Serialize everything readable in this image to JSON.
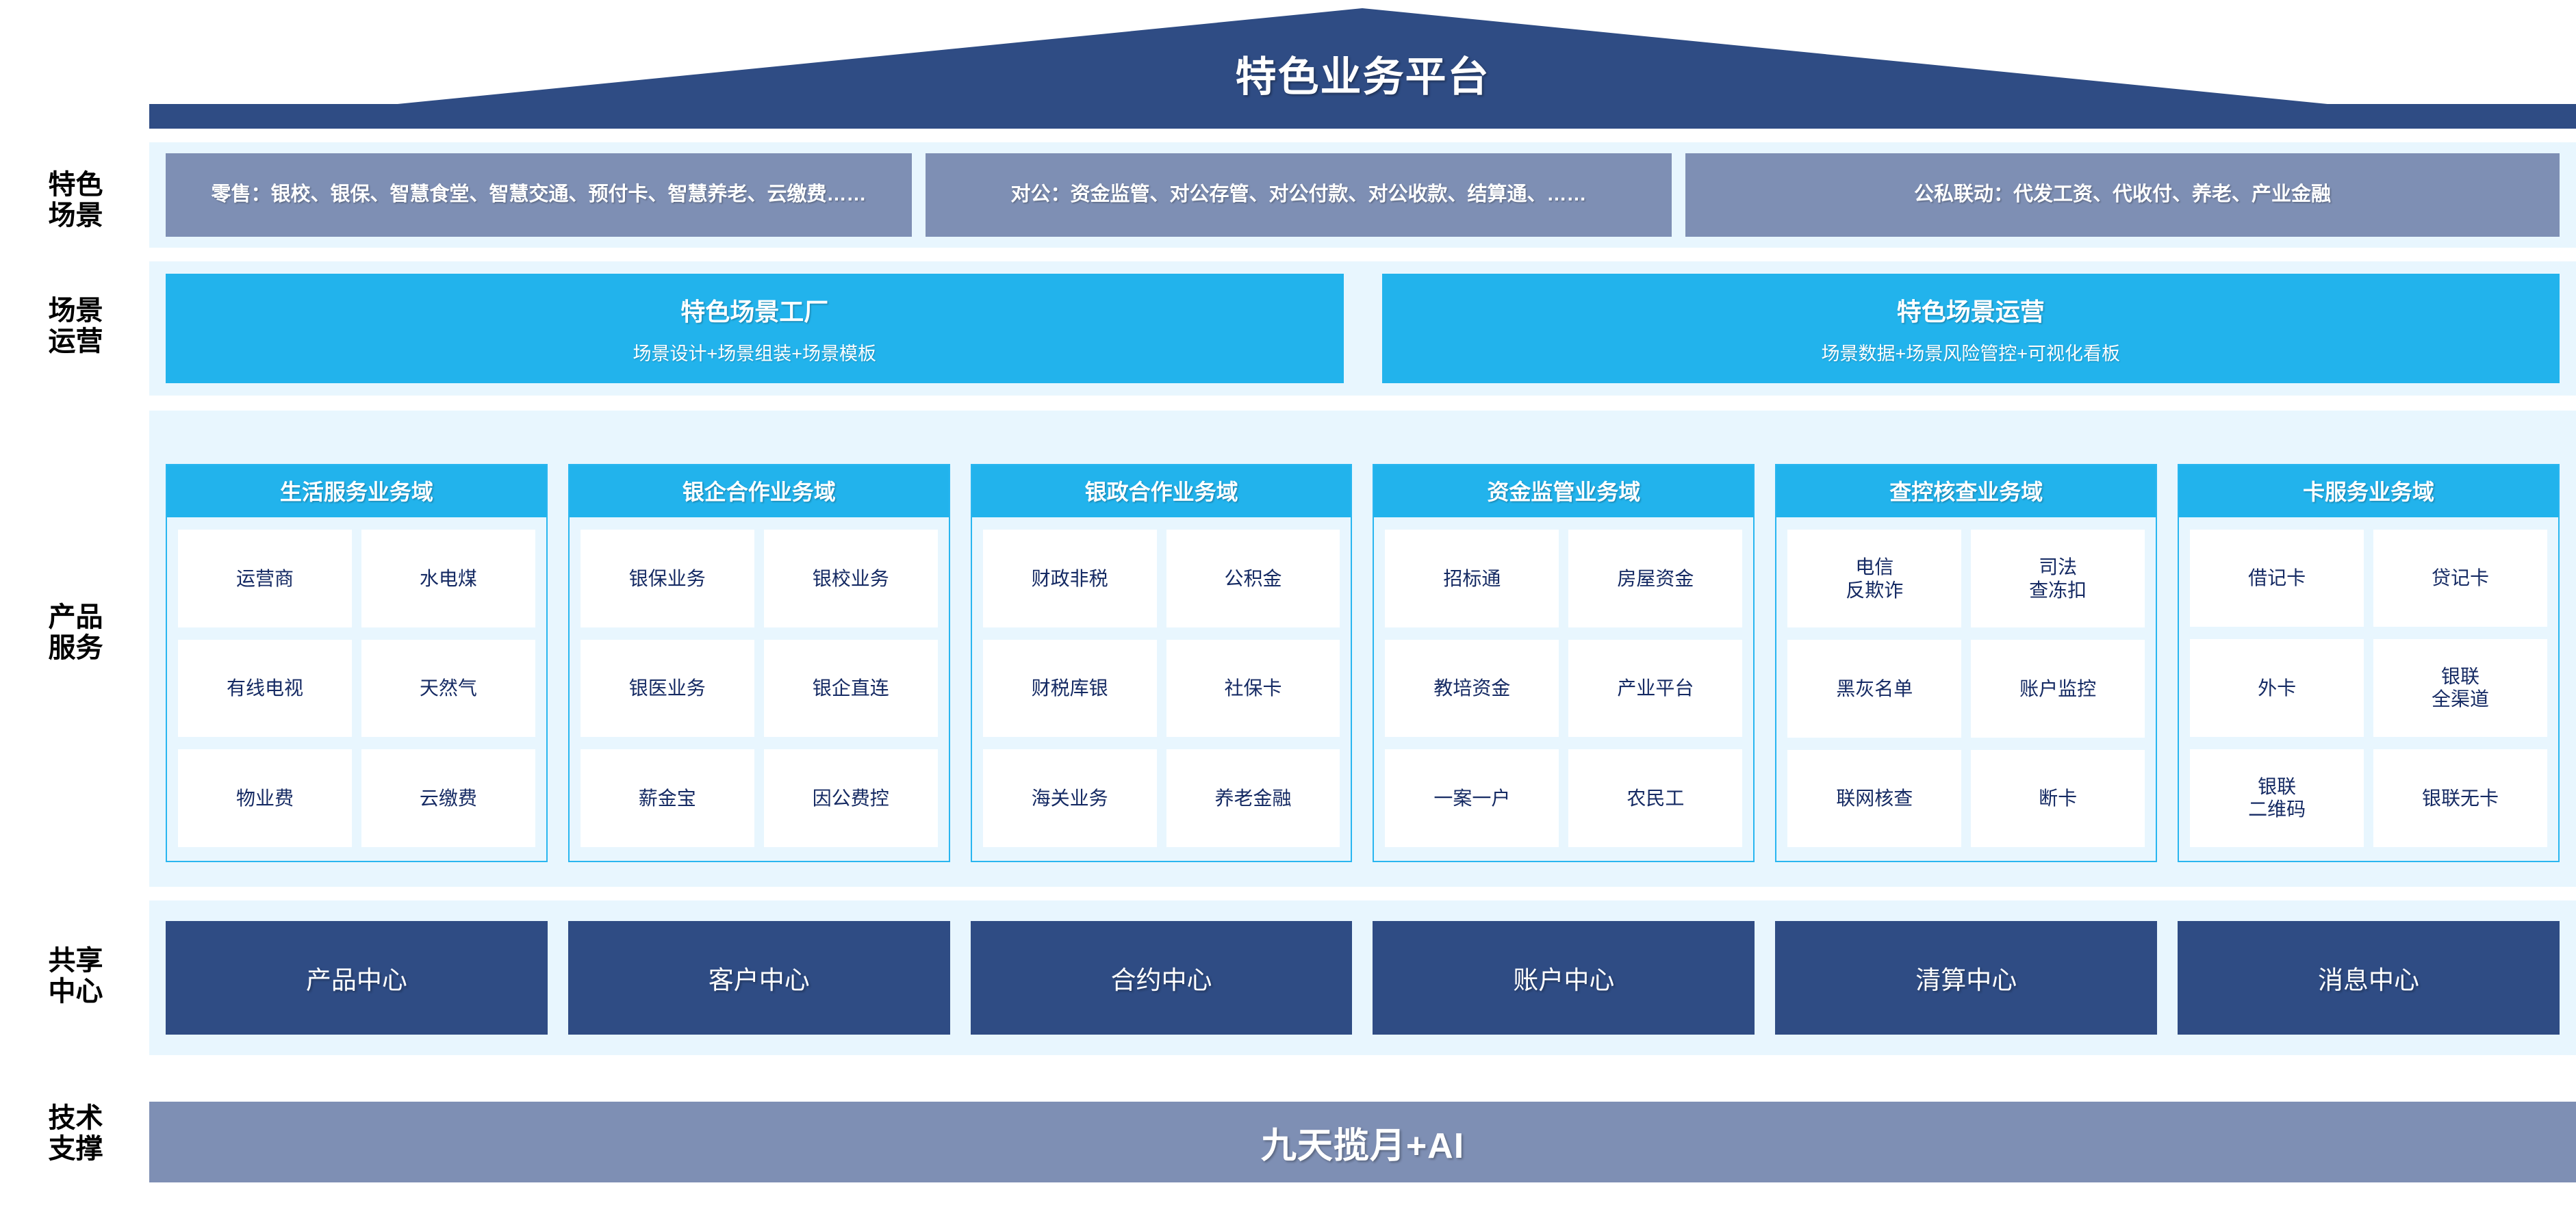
{
  "header": {
    "title": "特色业务平台",
    "roof_color": "#2f4c84"
  },
  "row_labels": {
    "scenario": "特色\n场景",
    "operation": "场景\n运营",
    "product": "产品\n服务",
    "shared": "共享\n中心",
    "tech": "技术\n支撑"
  },
  "scenarios": {
    "cards": [
      {
        "text": "零售：银校、银保、智慧食堂、智慧交通、预付卡、智慧养老、云缴费……"
      },
      {
        "text": "对公：资金监管、对公存管、对公付款、对公收款、结算通、……"
      },
      {
        "text": "公私联动：代发工资、代收付、养老、产业金融"
      }
    ],
    "card_color": "#7e8fb4"
  },
  "operation": {
    "cards": [
      {
        "title": "特色场景工厂",
        "subtitle": "场景设计+场景组装+场景模板"
      },
      {
        "title": "特色场景运营",
        "subtitle": "场景数据+场景风险管控+可视化看板"
      }
    ],
    "card_color": "#22b3ec"
  },
  "product_service": {
    "accent_color": "#22b3ec",
    "cell_text_color": "#152a63",
    "domains": [
      {
        "title": "生活服务业务域",
        "items": [
          "运营商",
          "水电煤",
          "有线电视",
          "天然气",
          "物业费",
          "云缴费"
        ]
      },
      {
        "title": "银企合作业务域",
        "items": [
          "银保业务",
          "银校业务",
          "银医业务",
          "银企直连",
          "薪金宝",
          "因公费控"
        ]
      },
      {
        "title": "银政合作业务域",
        "items": [
          "财政非税",
          "公积金",
          "财税库银",
          "社保卡",
          "海关业务",
          "养老金融"
        ]
      },
      {
        "title": "资金监管业务域",
        "items": [
          "招标通",
          "房屋资金",
          "教培资金",
          "产业平台",
          "一案一户",
          "农民工"
        ]
      },
      {
        "title": "查控核查业务域",
        "items": [
          "电信\n反欺诈",
          "司法\n查冻扣",
          "黑灰名单",
          "账户监控",
          "联网核查",
          "断卡"
        ]
      },
      {
        "title": "卡服务业务域",
        "items": [
          "借记卡",
          "贷记卡",
          "外卡",
          "银联\n全渠道",
          "银联\n二维码",
          "银联无卡"
        ]
      }
    ]
  },
  "shared_centers": {
    "card_color": "#2f4c84",
    "items": [
      "产品中心",
      "客户中心",
      "合约中心",
      "账户中心",
      "清算中心",
      "消息中心"
    ]
  },
  "tech_support": {
    "label": "九天揽月+AI",
    "bar_color": "#7e8fb4"
  }
}
